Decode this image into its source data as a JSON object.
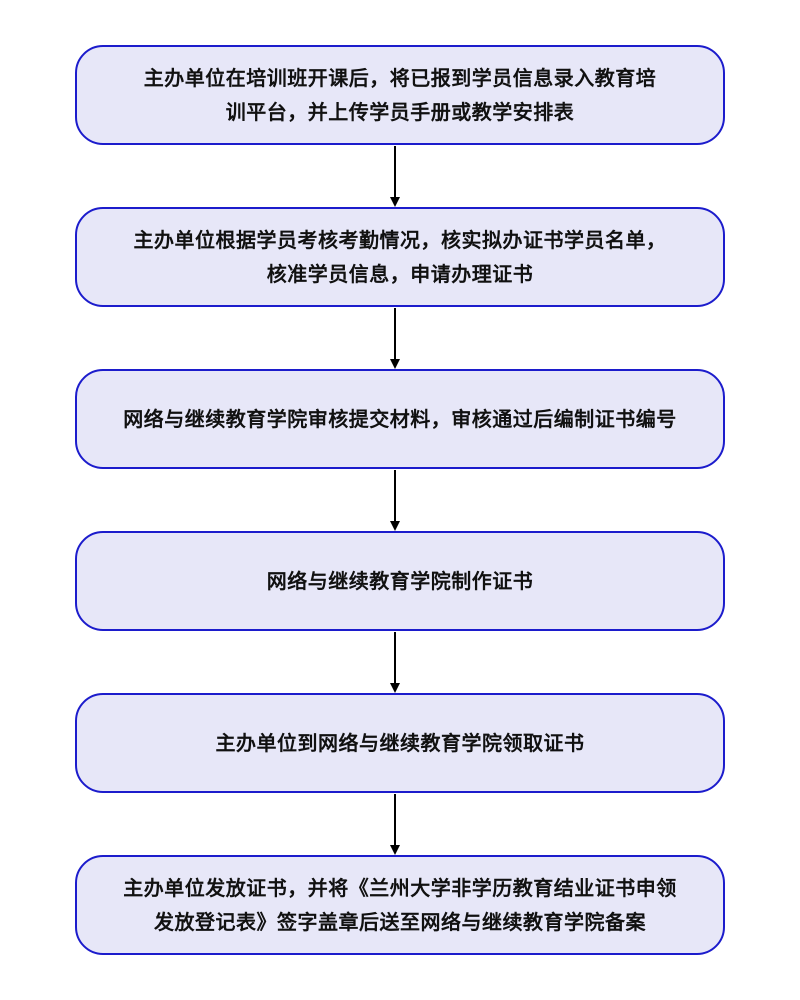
{
  "flowchart": {
    "steps": [
      {
        "text": "主办单位在培训班开课后，将已报到学员信息录入教育培\n训平台，并上传学员手册或教学安排表"
      },
      {
        "text": "主办单位根据学员考核考勤情况，核实拟办证书学员名单，\n核准学员信息，申请办理证书"
      },
      {
        "text": "网络与继续教育学院审核提交材料，审核通过后编制证书编号"
      },
      {
        "text": "网络与继续教育学院制作证书"
      },
      {
        "text": "主办单位到网络与继续教育学院领取证书"
      },
      {
        "text": "主办单位发放证书，并将《兰州大学非学历教育结业证书申领\n发放登记表》签字盖章后送至网络与继续教育学院备案"
      }
    ]
  },
  "colors": {
    "box_fill": "#e7e7f8",
    "box_border": "#1c1ccc",
    "arrow": "#000000"
  }
}
